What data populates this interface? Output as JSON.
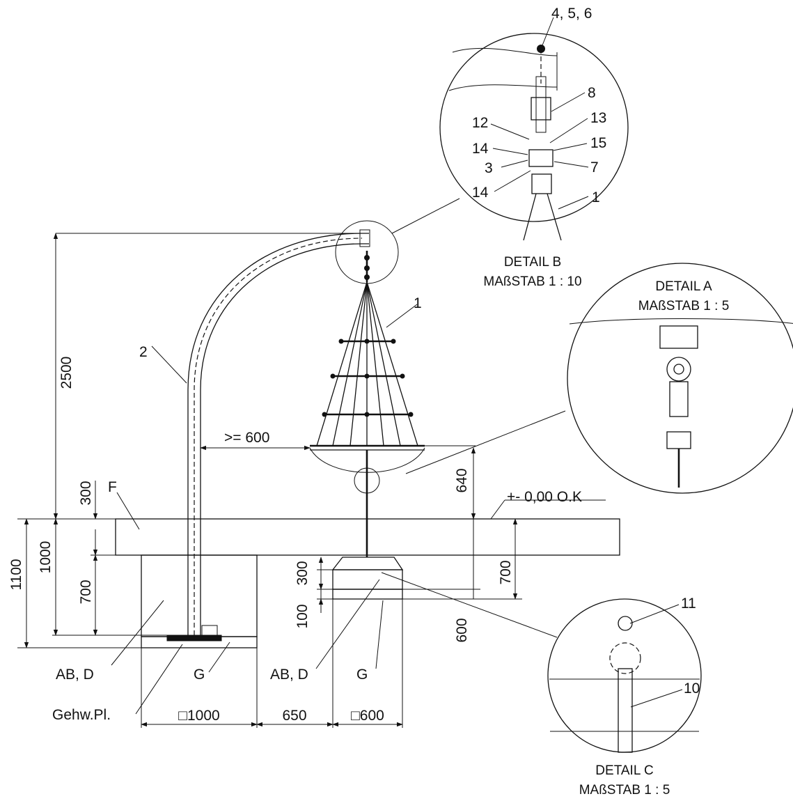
{
  "detail_b": {
    "title": "DETAIL B",
    "scale": "MAßSTAB 1 : 10"
  },
  "detail_a": {
    "title": "DETAIL A",
    "scale": "MAßSTAB 1 : 5"
  },
  "detail_c": {
    "title": "DETAIL C",
    "scale": "MAßSTAB 1 : 5"
  },
  "callouts": {
    "top": "4, 5, 6",
    "c8": "8",
    "c12": "12",
    "c13": "13",
    "c14a": "14",
    "c15": "15",
    "c3": "3",
    "c7": "7",
    "c14b": "14",
    "c1b": "1",
    "c1": "1",
    "c2": "2",
    "c11": "11",
    "c10": "10"
  },
  "dimensions": {
    "h2500": "2500",
    "clear600": ">= 600",
    "h640": "640",
    "level": "+- 0,00  O.K",
    "h300a": "300",
    "h1000": "1000",
    "h1100": "1100",
    "h700a": "700",
    "h300b": "300",
    "h100": "100",
    "h700b": "700",
    "h600": "600",
    "w1000": "□1000",
    "w650": "650",
    "w600": "□600"
  },
  "labels": {
    "F": "F",
    "abd1": "AB, D",
    "g1": "G",
    "abd2": "AB, D",
    "g2": "G",
    "gehw": "Gehw.Pl."
  },
  "colors": {
    "ink": "#111111",
    "paper": "#ffffff"
  }
}
